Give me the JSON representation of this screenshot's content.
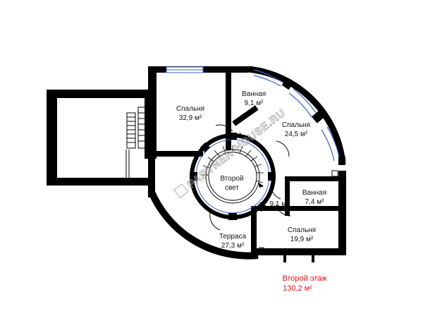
{
  "rooms": {
    "bedroom_big": {
      "name": "Спальня",
      "area": "32,9 м²"
    },
    "bath_top": {
      "name": "Ванная",
      "area": "9,1 м²"
    },
    "bedroom_east": {
      "name": "Спальня",
      "area": "24,5 м²"
    },
    "second_light": {
      "name": "Второй",
      "sub": "свет"
    },
    "hall": {
      "area": "9,1 м²"
    },
    "bath_small": {
      "name": "Ванная",
      "area": "7,4 м²"
    },
    "terrace": {
      "name": "Терраса",
      "area": "27,3 м²"
    },
    "bedroom_south": {
      "name": "Спальня",
      "area": "19,9 м²"
    }
  },
  "caption": {
    "title": "Второй этаж",
    "area": "130,2 м²"
  },
  "watermark": "PARTNER-HOUSE.RU",
  "colors": {
    "wall": "#000000",
    "window": "#3b63c4",
    "caption": "#e0161a"
  }
}
